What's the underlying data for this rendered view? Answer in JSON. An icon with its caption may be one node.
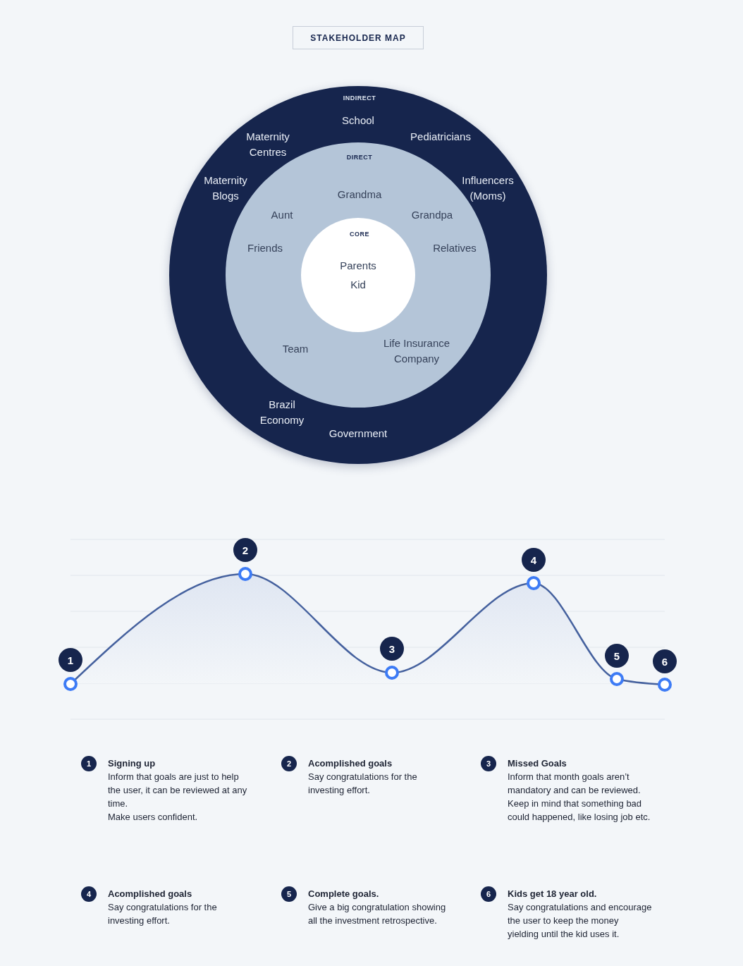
{
  "diagram": {
    "title": "STAKEHOLDER MAP",
    "nodes": [
      {
        "text": [
          "INDIRECT",
          "School",
          "Pediatricians",
          "Brazil Economy",
          "Government"
        ]
      },
      {
        "text": [
          "DIRECT",
          "Grandma",
          "Aunt",
          "Grandpa",
          "Friends",
          "Relatives",
          "Team",
          "Life Insurance Company"
        ],
        "in": 0
      },
      {
        "text": [
          "CORE",
          "Parents",
          "Kid"
        ],
        "in": 1
      },
      {
        "text": [
          "1"
        ]
      },
      {
        "text": [
          "2"
        ]
      },
      {
        "text": [
          "3"
        ]
      },
      {
        "text": [
          "4"
        ]
      },
      {
        "text": [
          "5"
        ]
      },
      {
        "text": [
          "6"
        ]
      },
      {
        "text": [
          "1"
        ],
        "beside": [
          "Signing up",
          "Inform that goals are just to help the user, it can be reviewed at any time.",
          "Make users confident."
        ]
      },
      {
        "text": [
          "2"
        ],
        "beside": [
          "Acomplished goals",
          "Say congratulations for the investing effort."
        ]
      },
      {
        "text": [
          "3"
        ],
        "beside": [
          "Missed Goals",
          "Inform that month goals aren’t mandatory and can be reviewed.",
          "Keep in mind that something bad could happened, like losing job etc."
        ]
      },
      {
        "text": [
          "4"
        ],
        "beside": [
          "Acomplished goals",
          "Say congratulations for the investing effort."
        ]
      },
      {
        "text": [
          "5"
        ],
        "beside": [
          "Complete goals.",
          "Give a big congratulation showing all the investment retrospective."
        ]
      },
      {
        "text": [
          "6"
        ],
        "beside": [
          "Kids get 18 year old.",
          "Say congratulations and encourage the user to keep the money yielding until the kid uses it."
        ]
      }
    ],
    "labels": [
      "Maternity Centres",
      "Maternity Blogs",
      "Influencers (Moms)"
    ]
  }
}
